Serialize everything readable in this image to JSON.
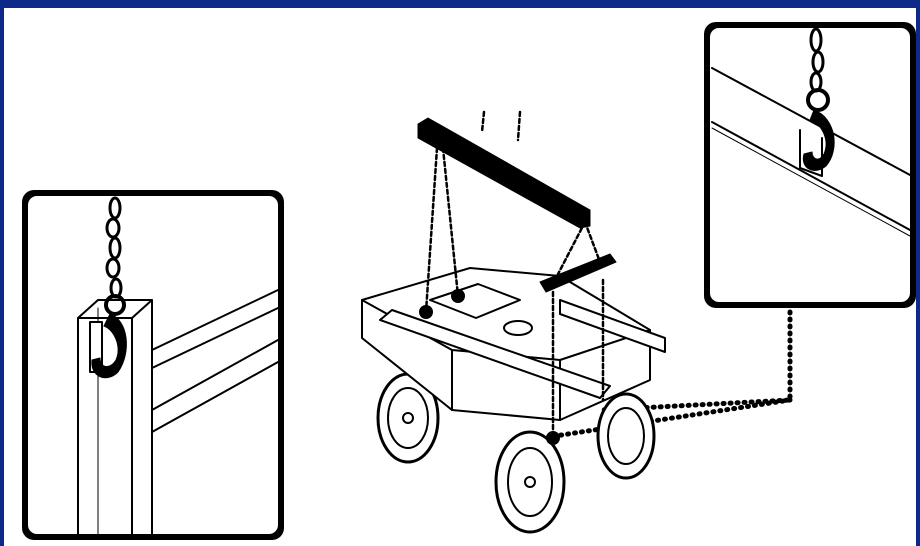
{
  "figure": {
    "frame_color": "#0d2a8a",
    "ink_color": "#000000",
    "paper_color": "#ffffff",
    "main_subject": "hook-lifting-chassis-illustration",
    "insets": [
      {
        "name": "left-inset-detail",
        "subject": "hook-in-vertical-post-slot"
      },
      {
        "name": "right-inset-detail",
        "subject": "hook-in-rail-bracket"
      }
    ]
  }
}
